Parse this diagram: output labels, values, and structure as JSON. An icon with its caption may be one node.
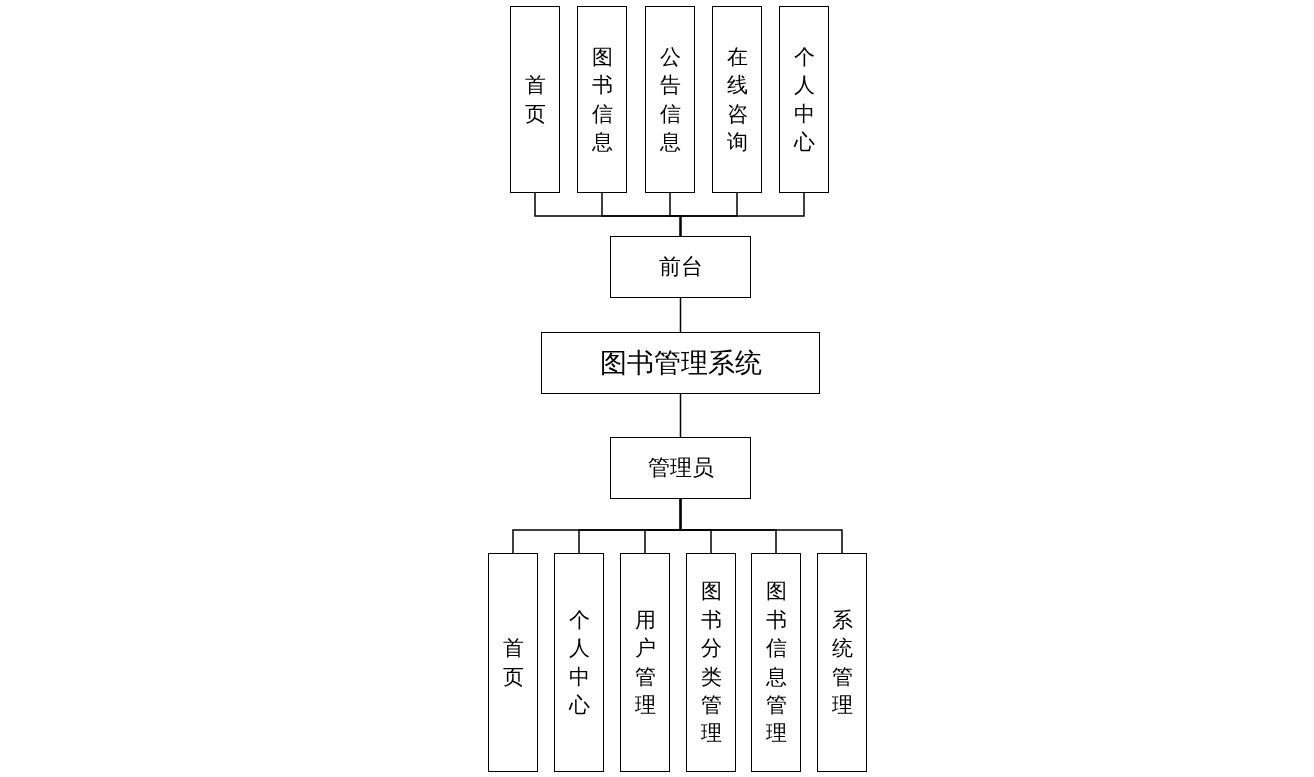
{
  "diagram": {
    "nodes": [
      {
        "text": [
          "首页"
        ]
      },
      {
        "text": [
          "图书信息"
        ]
      },
      {
        "text": [
          "公告信息"
        ]
      },
      {
        "text": [
          "在线咨询"
        ]
      },
      {
        "text": [
          "个人中心"
        ]
      },
      {
        "text": [
          "前台"
        ]
      },
      {
        "text": [
          "图书管理系统"
        ]
      },
      {
        "text": [
          "管理员"
        ]
      },
      {
        "text": [
          "首页"
        ]
      },
      {
        "text": [
          "个人中心"
        ]
      },
      {
        "text": [
          "用户管理"
        ]
      },
      {
        "text": [
          "图书分类管理"
        ]
      },
      {
        "text": [
          "图书信息管理"
        ]
      },
      {
        "text": [
          "系统管理"
        ]
      }
    ],
    "edges": [
      {
        "from": 5,
        "to": 0,
        "arrow": "none"
      },
      {
        "from": 5,
        "to": 1,
        "arrow": "none"
      },
      {
        "from": 5,
        "to": 2,
        "arrow": "none"
      },
      {
        "from": 5,
        "to": 3,
        "arrow": "none"
      },
      {
        "from": 5,
        "to": 4,
        "arrow": "none"
      },
      {
        "from": 6,
        "to": 5,
        "arrow": "none"
      },
      {
        "from": 6,
        "to": 7,
        "arrow": "none"
      },
      {
        "from": 7,
        "to": 8,
        "arrow": "none"
      },
      {
        "from": 7,
        "to": 9,
        "arrow": "none"
      },
      {
        "from": 7,
        "to": 10,
        "arrow": "none"
      },
      {
        "from": 7,
        "to": 11,
        "arrow": "none"
      },
      {
        "from": 7,
        "to": 12,
        "arrow": "none"
      },
      {
        "from": 7,
        "to": 13,
        "arrow": "none"
      }
    ]
  }
}
